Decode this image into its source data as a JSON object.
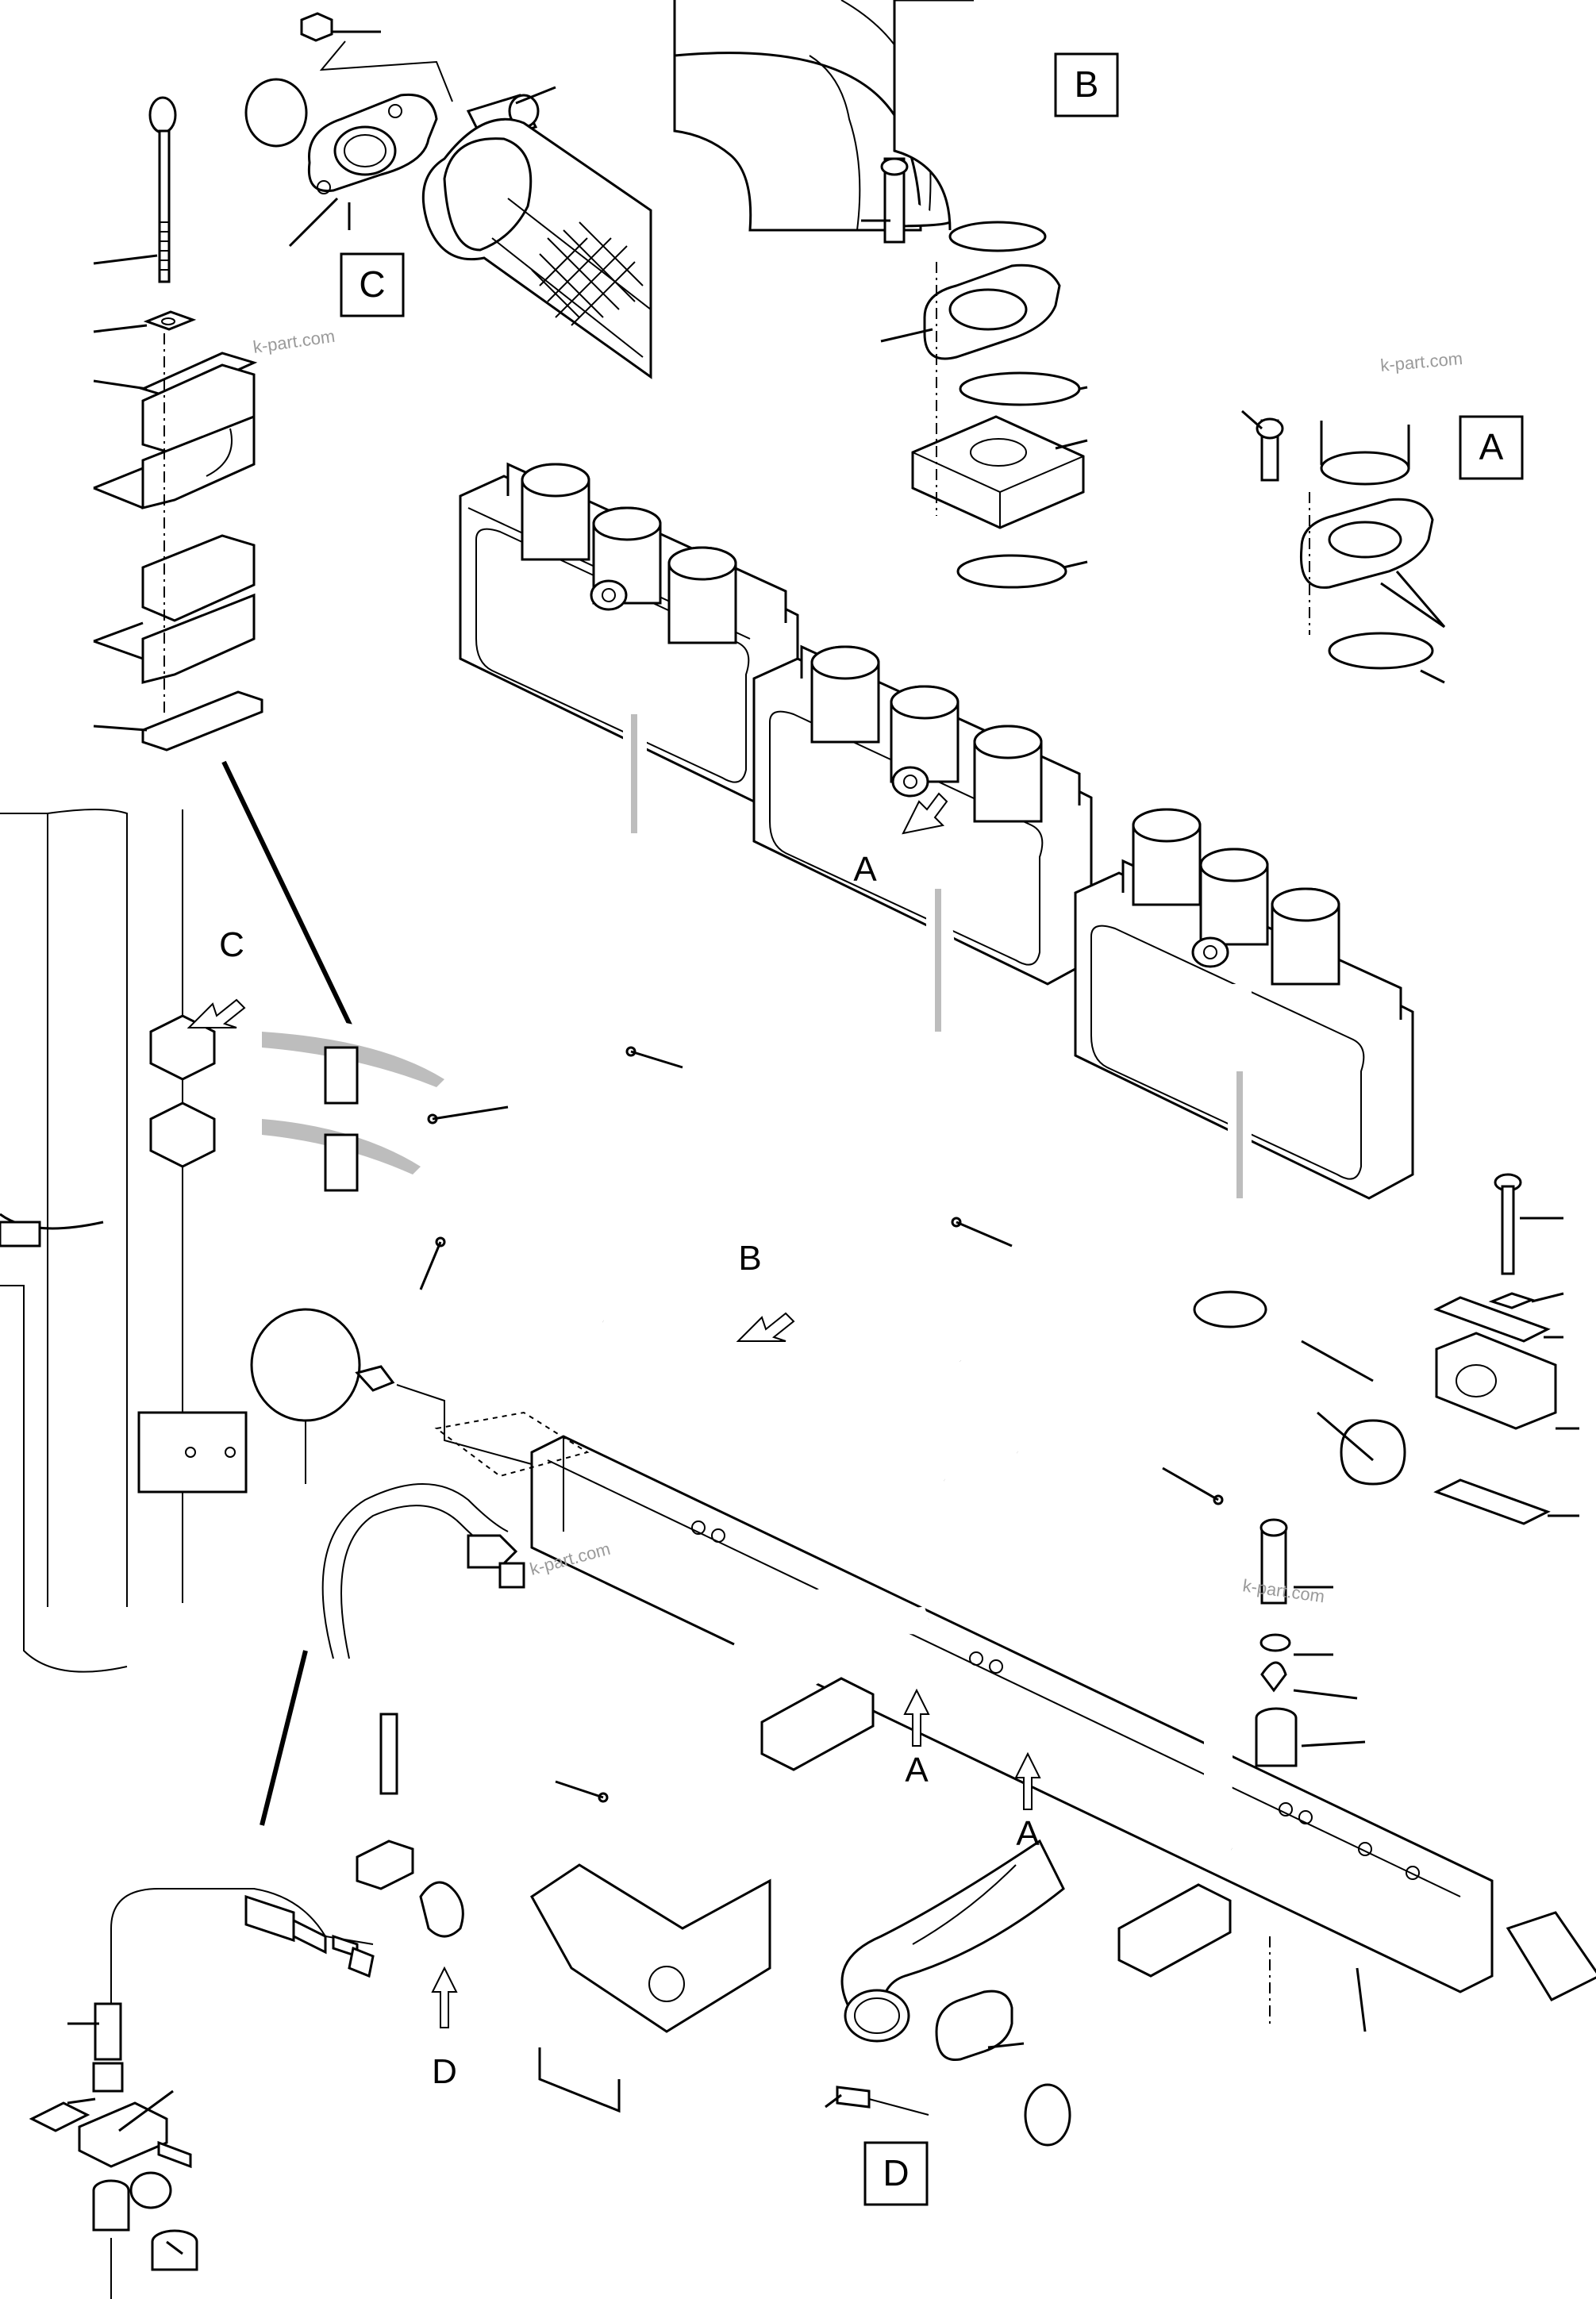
{
  "detail_boxes": {
    "A": "A",
    "B": "B",
    "C": "C",
    "D": "D"
  },
  "callouts": {
    "A1": "A",
    "A2": "A",
    "A3": "A",
    "B": "B",
    "C": "C",
    "D": "D"
  },
  "watermarks": [
    "k-part.com",
    "k-part.com",
    "k-part.com",
    "k-part.com"
  ]
}
